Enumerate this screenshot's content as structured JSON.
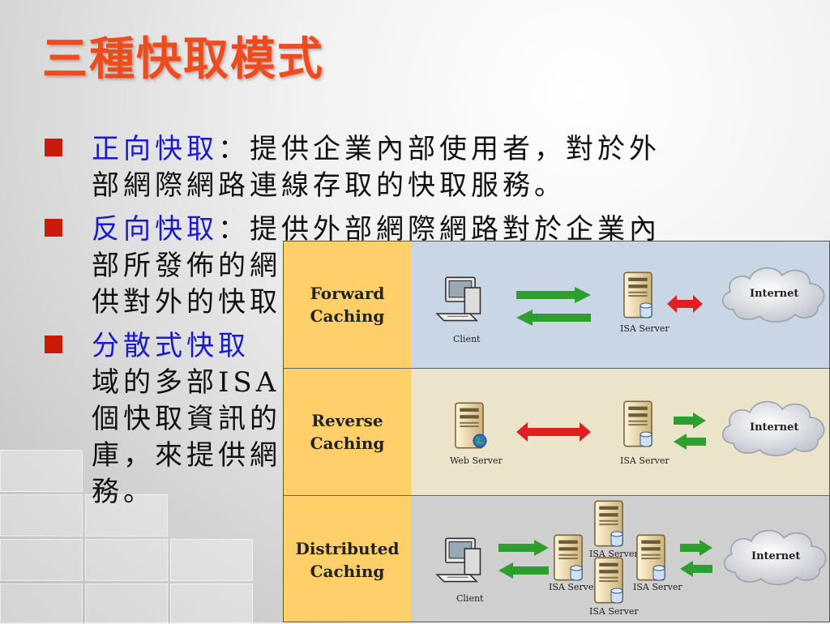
{
  "slide": {
    "title": "三種快取模式",
    "bullets": [
      {
        "term": "正向快取",
        "colon": "：",
        "line1": "提供企業內部使用者，對於外",
        "line2": "部網際網路連線存取的快取服務。"
      },
      {
        "term": "反向快取",
        "colon": "：",
        "line1": "提供外部網際網路對於企業內",
        "line2": "部所發佈的網",
        "line3": "供對外的快取"
      },
      {
        "term": "分散式快取",
        "line2": "域的多部ISA",
        "line3": "個快取資訊的",
        "line4": "庫，來提供網",
        "line5": "務。"
      }
    ]
  },
  "diagram": {
    "rows": [
      {
        "label": "Forward\nCaching"
      },
      {
        "label": "Reverse\nCaching"
      },
      {
        "label": "Distributed\nCaching"
      }
    ],
    "captions": {
      "client": "Client",
      "isa_server": "ISA Server",
      "web_server": "Web Server",
      "internet": "Internet"
    },
    "colors": {
      "green_arrow": "#2e9e2e",
      "red_arrow": "#e02020",
      "label_bg": "#ffcf6a"
    }
  }
}
